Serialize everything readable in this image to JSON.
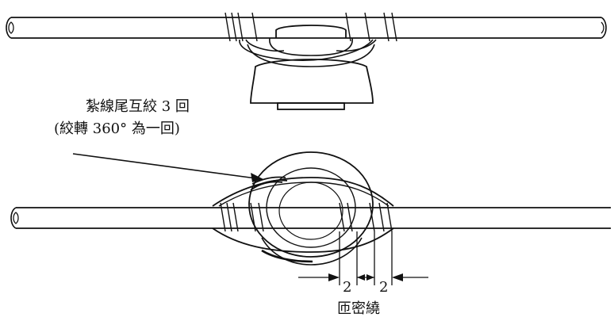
{
  "labels": {
    "tie_note_line1": "紮線尾互絞 3 回",
    "tie_note_line2": "(絞轉 360°  為一回)",
    "spacing_left": "2",
    "spacing_right": "2",
    "dense_wrap": "匝密繞"
  },
  "icons": [
    "insulator-icon",
    "conductor-wire",
    "tie-wire-binding",
    "dimension-arrow"
  ]
}
